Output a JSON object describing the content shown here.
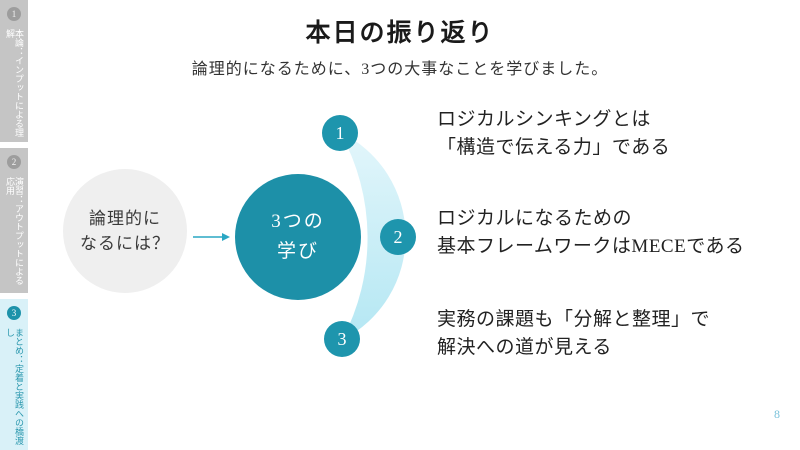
{
  "sidebar": {
    "items": [
      {
        "number": "1",
        "label": "本論：インプットによる理解",
        "active": false
      },
      {
        "number": "2",
        "label": "演習：アウトプットによる応用",
        "active": false
      },
      {
        "number": "3",
        "label": "まとめ：定着と実践への橋渡し",
        "active": true
      }
    ],
    "colors": {
      "inactive_bg": "#c5c5c5",
      "inactive_badge": "#9d9d9d",
      "active_bg": "#d9f1f8",
      "active_text": "#2b98ae",
      "active_badge": "#1d92aa"
    }
  },
  "header": {
    "title": "本日の振り返り",
    "subtitle": "論理的になるために、3つの大事なことを学びました。"
  },
  "diagram": {
    "question_lines": [
      "論理的に",
      "なるには？"
    ],
    "center_lines": [
      "3つの",
      "学び"
    ],
    "accent_color": "#1d90a8",
    "arrow_color": "#2aa7c4",
    "crescent_top_color": "#e3f6fb",
    "crescent_bottom_color": "#b4e7f3"
  },
  "points": [
    {
      "number": "1",
      "lines": [
        "ロジカルシンキングとは",
        "「構造で伝える力」である"
      ]
    },
    {
      "number": "2",
      "lines": [
        "ロジカルになるための",
        "基本フレームワークはMECEである"
      ]
    },
    {
      "number": "3",
      "lines": [
        "実務の課題も「分解と整理」で",
        "解決への道が見える"
      ]
    }
  ],
  "page_number": "8"
}
